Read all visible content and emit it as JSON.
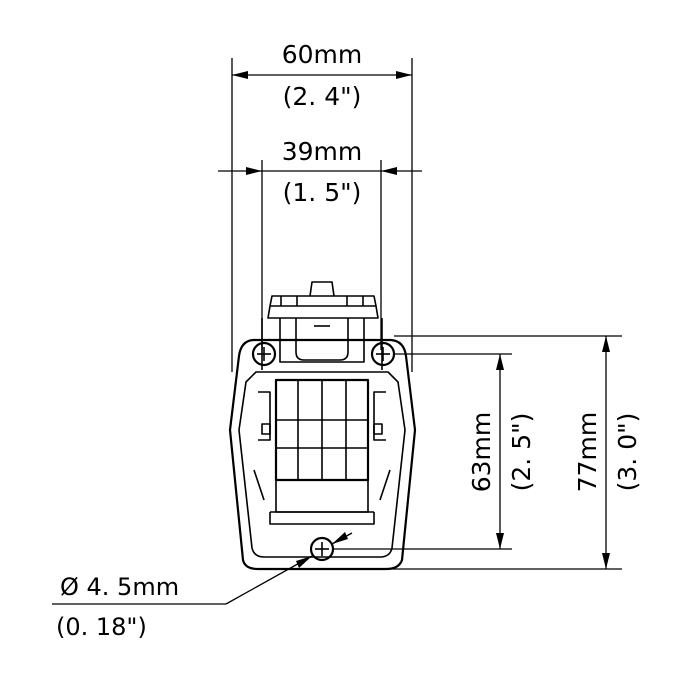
{
  "dimensions": {
    "overall_width": {
      "metric": "60mm",
      "imperial": "(2. 4\")"
    },
    "inner_width": {
      "metric": "39mm",
      "imperial": "(1. 5\")"
    },
    "hole_spacing": {
      "metric": "63mm",
      "imperial": "(2. 5\")"
    },
    "overall_height": {
      "metric": "77mm",
      "imperial": "(3. 0\")"
    },
    "hole_diameter": {
      "metric": "Ø 4. 5mm",
      "imperial": "(0. 18\")"
    }
  },
  "colors": {
    "line": "#000000",
    "background": "#ffffff"
  }
}
